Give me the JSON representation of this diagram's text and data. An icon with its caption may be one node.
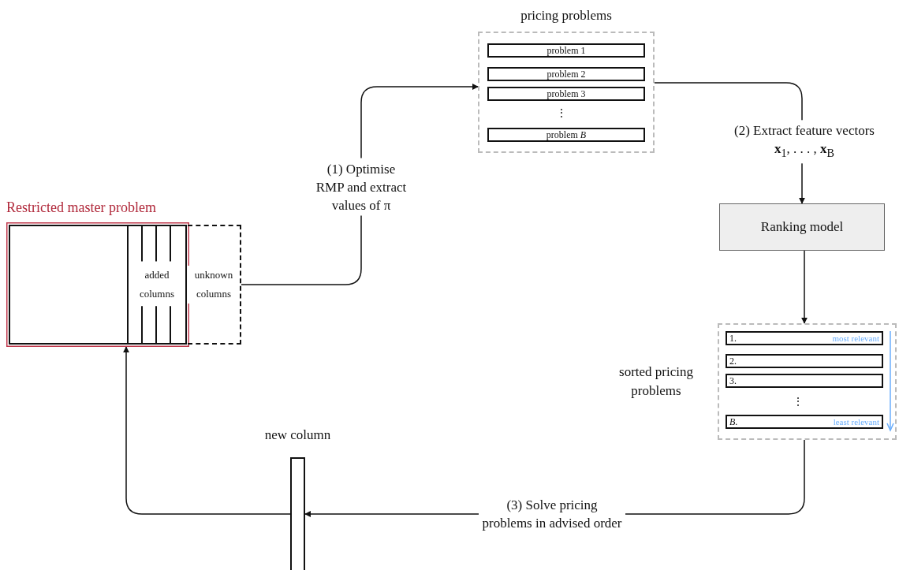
{
  "diagram": {
    "nodes": [
      {
        "text": [
          "Restricted master problem"
        ]
      },
      {
        "text": [
          "added columns"
        ],
        "in": 0
      },
      {
        "text": [
          "unknown columns"
        ]
      },
      {
        "text": [
          "pricing problems"
        ]
      },
      {
        "text": [
          "problem 1"
        ],
        "in": 3
      },
      {
        "text": [
          "problem 2"
        ],
        "in": 3
      },
      {
        "text": [
          "problem 3"
        ],
        "in": 3
      },
      {
        "text": [
          "problem *B*"
        ],
        "in": 3
      },
      {
        "text": [
          "Ranking model"
        ]
      },
      {
        "text": [
          "sorted pricing problems"
        ]
      },
      {
        "text": [
          "1.",
          "most relevant"
        ],
        "in": 9
      },
      {
        "text": [
          "2."
        ],
        "in": 9
      },
      {
        "text": [
          "3."
        ],
        "in": 9
      },
      {
        "text": [
          "*B*.",
          "least relevant"
        ],
        "in": 9
      },
      {
        "text": [],
        "shape": "bar",
        "beside": [
          "new column"
        ]
      }
    ],
    "edges": [
      {
        "from": 2,
        "to": 3,
        "arrow": "to",
        "label": "(1) Optimise RMP and extract values of π"
      },
      {
        "from": 3,
        "to": 8,
        "arrow": "to",
        "label": "(2) Extract feature vectors **x**$_{1}$, . . . , **x**$_{B}$"
      },
      {
        "from": 8,
        "to": 9,
        "arrow": "to"
      },
      {
        "from": 9,
        "to": 14,
        "arrow": "to",
        "label": "(3) Solve pricing problems in advised order"
      },
      {
        "from": 14,
        "to": 0,
        "arrow": "to"
      }
    ],
    "labels": [
      "⋮",
      "⋮"
    ]
  }
}
